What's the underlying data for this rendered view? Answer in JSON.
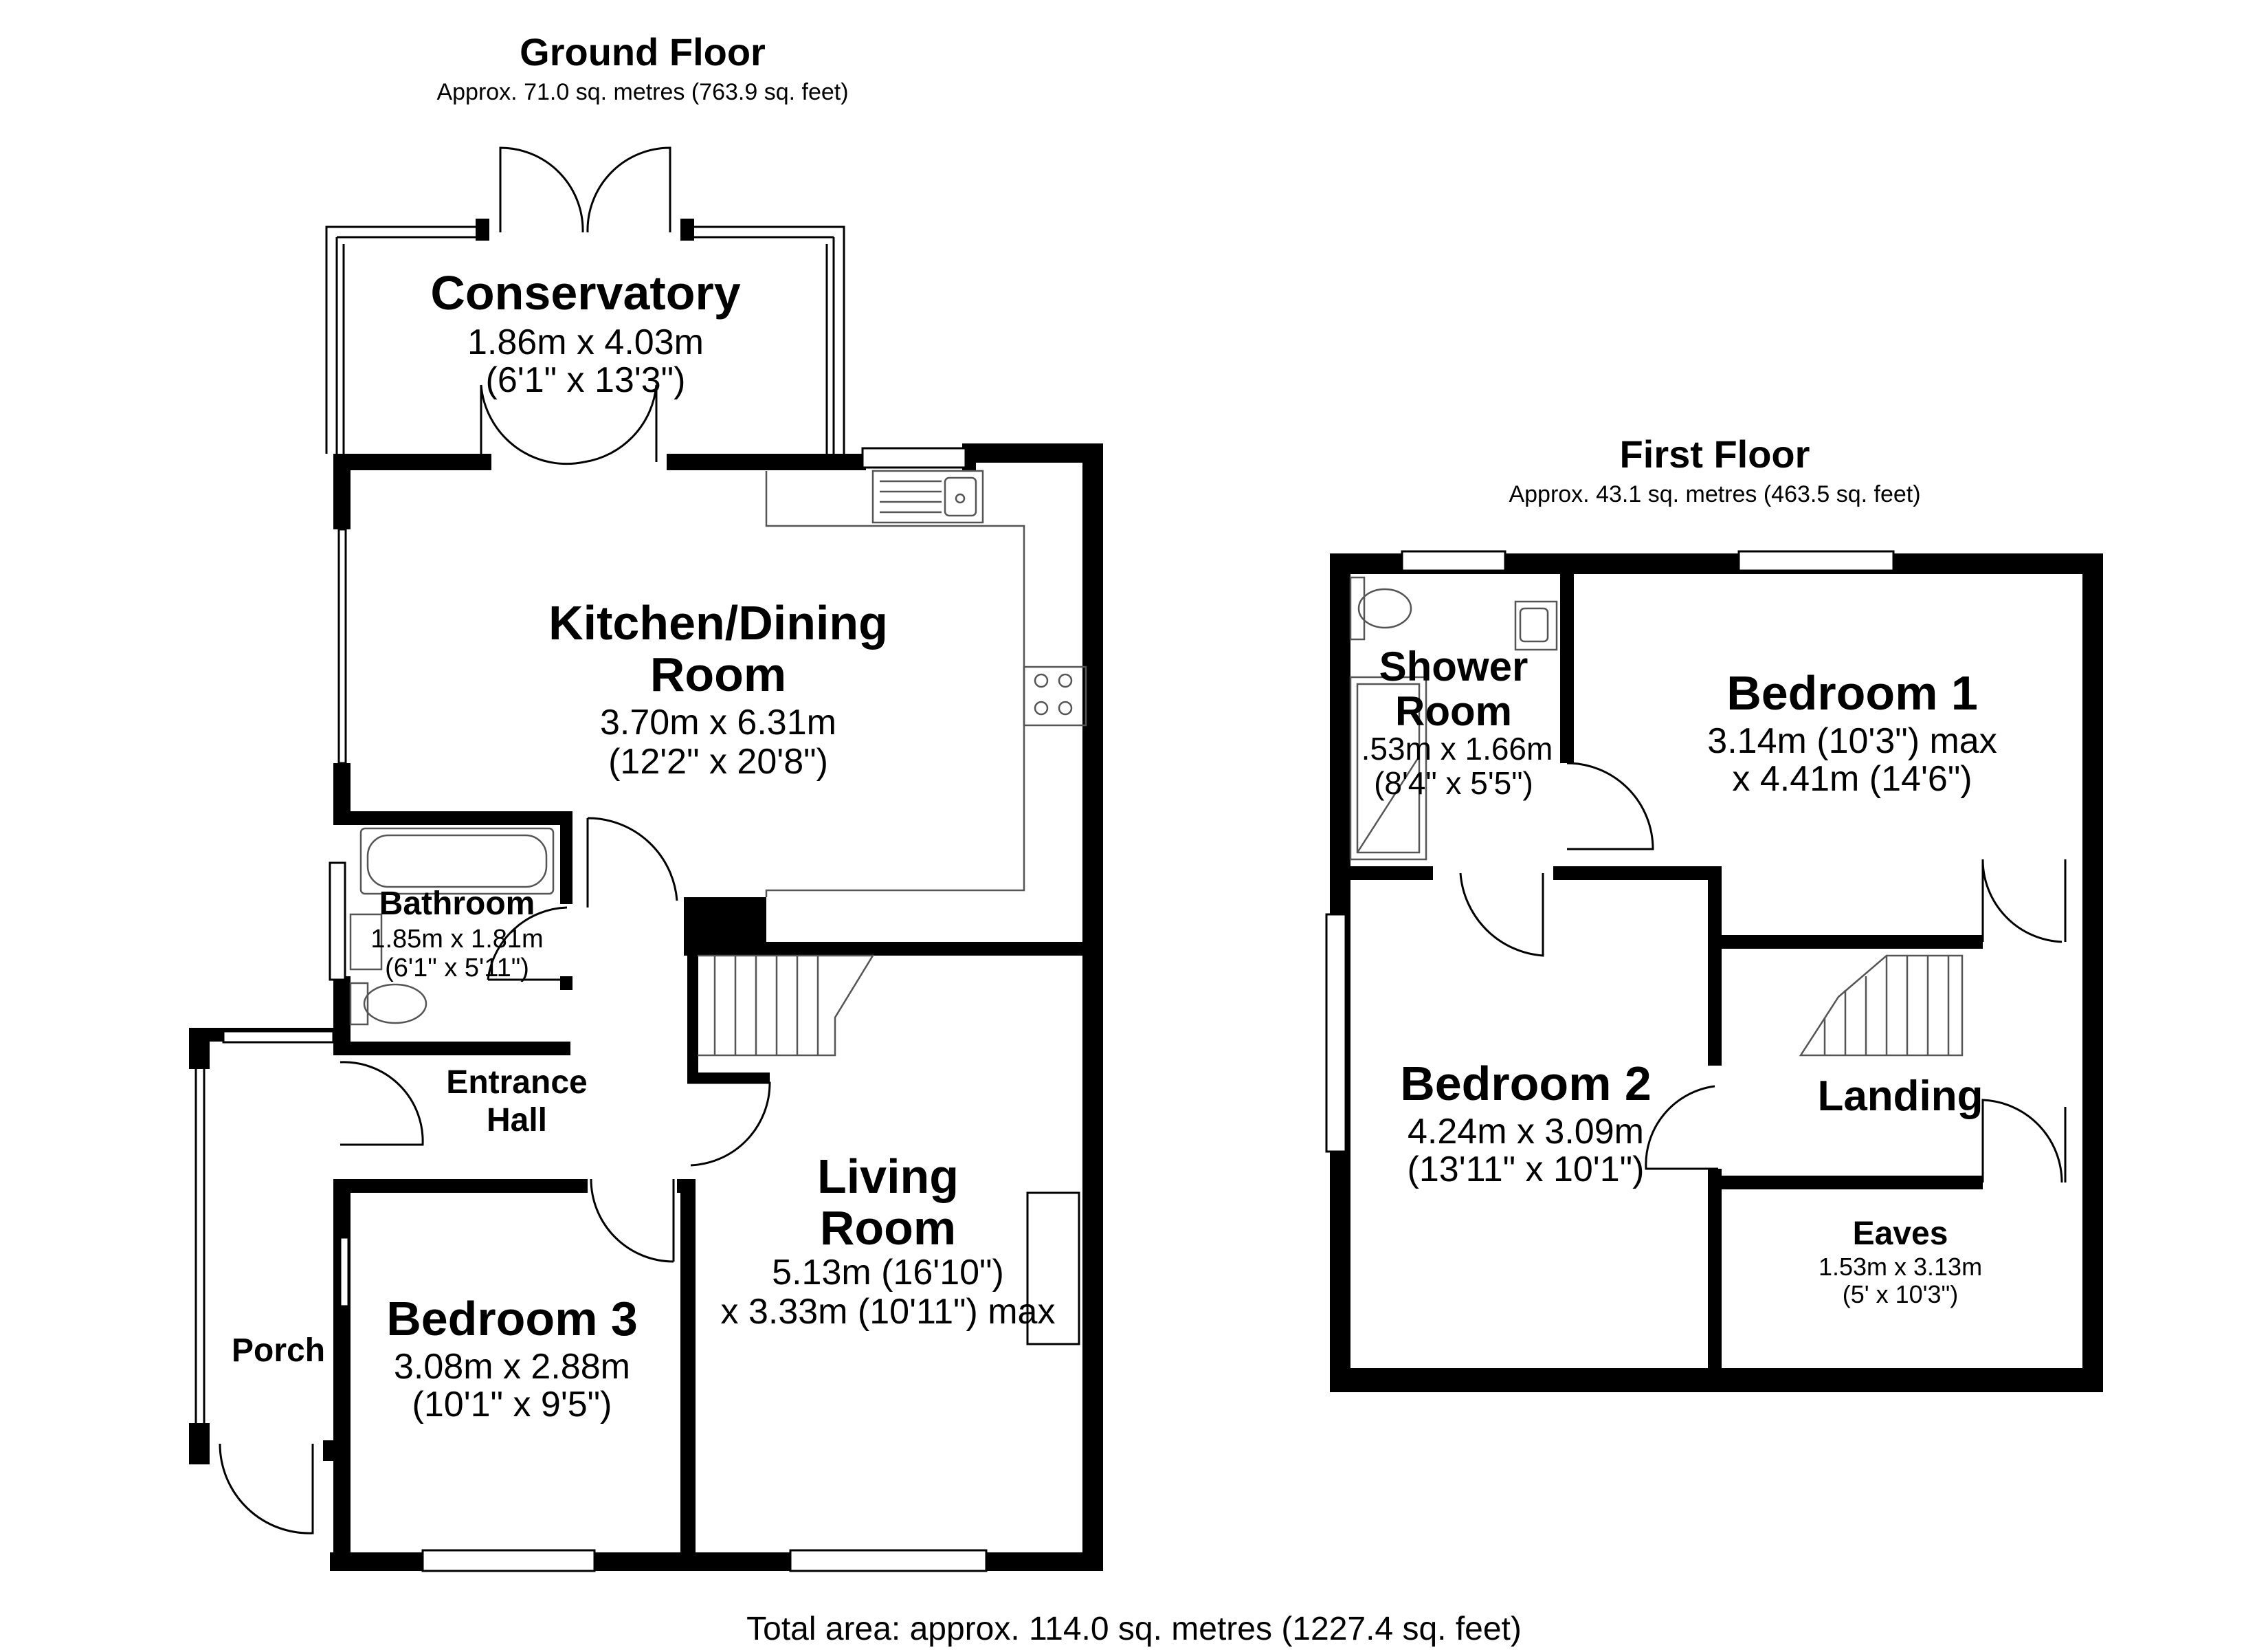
{
  "ground_floor": {
    "title": "Ground Floor",
    "area": "Approx. 71.0 sq. metres (763.9 sq. feet)",
    "rooms": {
      "conservatory": {
        "name": "Conservatory",
        "size_m": "1.86m x 4.03m",
        "size_ft": "(6'1\" x 13'3\")"
      },
      "kitchen": {
        "name_line1": "Kitchen/Dining",
        "name_line2": "Room",
        "size_m": "3.70m x 6.31m",
        "size_ft": "(12'2\" x 20'8\")"
      },
      "bathroom": {
        "name": "Bathroom",
        "size_m": "1.85m x 1.81m",
        "size_ft": "(6'1\" x 5'11\")"
      },
      "entrance_hall": {
        "name_line1": "Entrance",
        "name_line2": "Hall"
      },
      "living_room": {
        "name_line1": "Living",
        "name_line2": "Room",
        "size_line1": "5.13m (16'10\")",
        "size_line2": "x 3.33m (10'11\") max"
      },
      "bedroom3": {
        "name": "Bedroom 3",
        "size_m": "3.08m x 2.88m",
        "size_ft": "(10'1\" x 9'5\")"
      },
      "porch": {
        "name": "Porch"
      }
    }
  },
  "first_floor": {
    "title": "First Floor",
    "area": "Approx. 43.1 sq. metres (463.5 sq. feet)",
    "rooms": {
      "shower_room": {
        "name_line1": "Shower",
        "name_line2": "Room",
        "size_m": ".53m x 1.66m",
        "size_ft": "(8'4\" x 5'5\")"
      },
      "bedroom1": {
        "name": "Bedroom 1",
        "size_line1": "3.14m (10'3\") max",
        "size_line2": "x 4.41m (14'6\")"
      },
      "bedroom2": {
        "name": "Bedroom 2",
        "size_m": "4.24m x 3.09m",
        "size_ft": "(13'11\" x 10'1\")"
      },
      "landing": {
        "name": "Landing"
      },
      "eaves": {
        "name": "Eaves",
        "size_m": "1.53m x 3.13m",
        "size_ft": "(5' x 10'3\")"
      }
    }
  },
  "total_area": "Total area: approx. 114.0 sq. metres (1227.4 sq. feet)",
  "colors": {
    "wall": "#000000",
    "background": "#ffffff",
    "fixture": "#555555"
  }
}
